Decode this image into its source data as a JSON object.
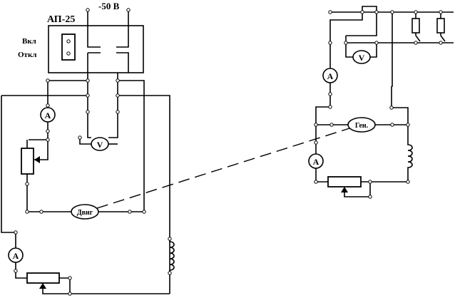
{
  "diagram": {
    "title": "АП-25",
    "supply_label": "-50 В",
    "switch_on_label": "Вкл",
    "switch_off_label": "Откл",
    "ammeter_label": "A",
    "voltmeter_label": "V",
    "motor_label": "Двиг",
    "generator_label": "Ген."
  }
}
